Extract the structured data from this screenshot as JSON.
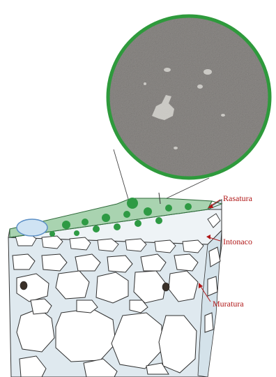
{
  "diagram": {
    "labels": {
      "rasatura": "Rasatura",
      "intonaco": "Intonaco",
      "muratura": "Muratura"
    },
    "colors": {
      "label_red": "#b01818",
      "lens_ring": "#2e9a3c",
      "skim_green": "#3a9a4a",
      "plaster_blue": "#d9e6ee",
      "stone_outline": "#3a3a3a",
      "magnified_surface": "#8e8b88"
    }
  }
}
